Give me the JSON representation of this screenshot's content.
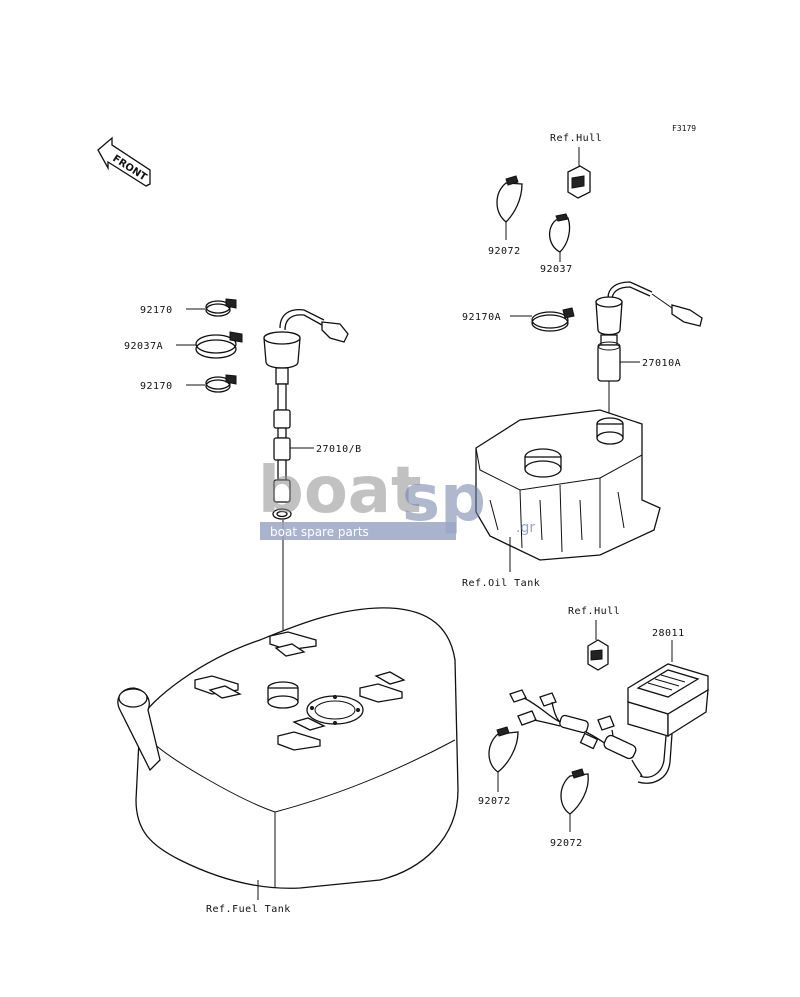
{
  "diagram_code": "F3179",
  "front_arrow_label": "FRONT",
  "watermark": {
    "word_main": "boat",
    "word_accent": "sp",
    "suffix": ".gr",
    "tagline": "boat spare parts"
  },
  "labels": {
    "ref_hull_top": "Ref.Hull",
    "p92072_top": "92072",
    "p92037": "92037",
    "p92170a": "92170A",
    "p27010a": "27010A",
    "p92170_upper": "92170",
    "p92037a": "92037A",
    "p92170_lower": "92170",
    "p27010b": "27010/B",
    "ref_oil_tank": "Ref.Oil Tank",
    "ref_hull_lower": "Ref.Hull",
    "p28011": "28011",
    "p92072_left": "92072",
    "p92072_right": "92072",
    "ref_fuel_tank": "Ref.Fuel Tank"
  }
}
